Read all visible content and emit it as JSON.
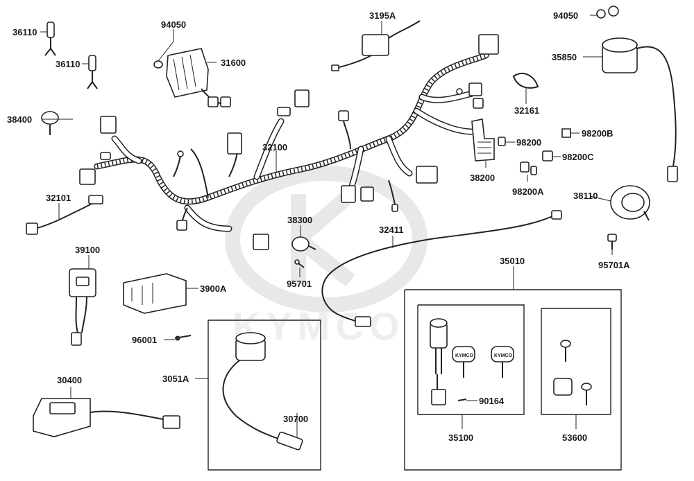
{
  "watermark": {
    "brand": "KYMCO"
  },
  "key_brand": "KYMCO",
  "labels": {
    "p36110a": "36110",
    "p36110b": "36110",
    "p94050a": "94050",
    "p31600": "31600",
    "p3195A": "3195A",
    "p94050b": "94050",
    "p35850": "35850",
    "p38400": "38400",
    "p32161": "32161",
    "p98200B": "98200B",
    "p98200": "98200",
    "p98200C": "98200C",
    "p32100": "32100",
    "p38200": "38200",
    "p98200A": "98200A",
    "p32101": "32101",
    "p38110": "38110",
    "p38300": "38300",
    "p32411": "32411",
    "p39100": "39100",
    "p95701A": "95701A",
    "p3900A": "3900A",
    "p95701": "95701",
    "p35010": "35010",
    "p96001": "96001",
    "p30400": "30400",
    "p3051A": "3051A",
    "p90164": "90164",
    "p30700": "30700",
    "p35100": "35100",
    "p53600": "53600"
  }
}
